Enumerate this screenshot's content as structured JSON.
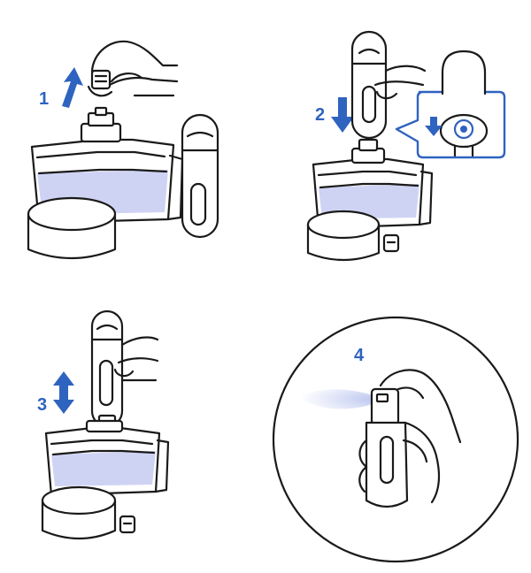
{
  "steps": [
    {
      "number": "1"
    },
    {
      "number": "2"
    },
    {
      "number": "3"
    },
    {
      "number": "4"
    }
  ],
  "colors": {
    "accent": "#2f63c0",
    "liquid": "#cfd3f3",
    "spray": "#b9c4ee",
    "outline": "#1a1a1a"
  },
  "icons": [
    "up-arrow-icon",
    "down-arrow-icon",
    "up-down-arrow-icon",
    "hand-icon",
    "perfume-bottle-icon",
    "atomizer-icon",
    "cap-icon"
  ]
}
